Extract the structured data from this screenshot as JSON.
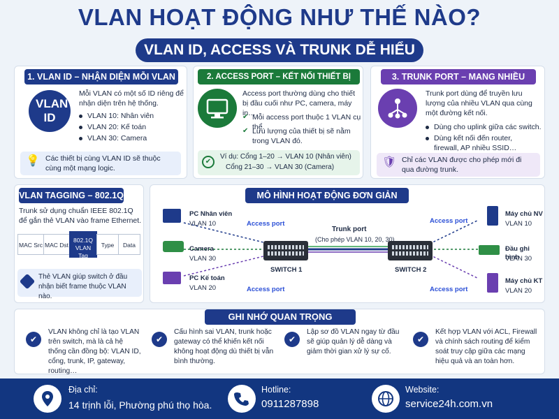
{
  "title": "VLAN HOẠT ĐỘNG NHƯ THẾ NÀO?",
  "subtitle": "VLAN ID, ACCESS VÀ TRUNK DỄ HIỂU",
  "card1": {
    "head": "1. VLAN ID – NHẬN DIỆN MỖI VLAN",
    "icon_text": "VLAN ID",
    "desc": "Mỗi VLAN có một số ID riêng để nhận diện trên hệ thống.",
    "items": [
      "VLAN 10: Nhân viên",
      "VLAN 20: Kế toán",
      "VLAN 30: Camera"
    ],
    "note": "Các thiết bị cùng VLAN ID sẽ thuộc cùng một mạng logic."
  },
  "card2": {
    "head": "2. ACCESS PORT – KẾT NỐI THIẾT BỊ ĐẦU CUỐI",
    "desc": "Access port thường dùng cho thiết bị đầu cuối như PC, camera, máy in…",
    "items": [
      "Mỗi access port thuộc 1 VLAN cụ thể.",
      "Lưu lượng của thiết bị sẽ nằm trong VLAN đó."
    ],
    "note1": "Ví dụ: Cổng 1–20 → VLAN 10 (Nhân viên)",
    "note2": "Cổng 21–30 → VLAN 30 (Camera)"
  },
  "card3": {
    "head": "3. TRUNK PORT – MANG NHIỀU VLAN",
    "desc": "Trunk port dùng để truyền lưu lượng của nhiều VLAN qua cùng một đường kết nối.",
    "items": [
      "Dùng cho uplink giữa các switch.",
      "Dùng kết nối đến router, firewall, AP nhiều SSID…"
    ],
    "note": "Chỉ các VLAN được cho phép mới đi qua đường trunk."
  },
  "tagging": {
    "head": "VLAN TAGGING – 802.1Q",
    "desc": "Trunk sử dụng chuẩn IEEE 802.1Q để gắn thẻ VLAN vào frame Ethernet.",
    "frame": [
      "MAC Src",
      "MAC Dst",
      "802.1Q VLAN Tag",
      "Type",
      "Data"
    ],
    "note": "Thẻ VLAN giúp switch ở đầu nhận biết frame thuộc VLAN nào."
  },
  "model": {
    "head": "MÔ HÌNH HOẠT ĐỘNG ĐƠN GIẢN",
    "left": [
      {
        "name": "PC Nhân viên",
        "vlan": "VLAN 10"
      },
      {
        "name": "Camera",
        "vlan": "VLAN 30"
      },
      {
        "name": "PC Kế toán",
        "vlan": "VLAN 20"
      }
    ],
    "right": [
      {
        "name": "Máy chủ NV",
        "vlan": "VLAN 10"
      },
      {
        "name": "Đầu ghi hình",
        "vlan": "VLAN 30"
      },
      {
        "name": "Máy chủ KT",
        "vlan": "VLAN 20"
      }
    ],
    "access_port": "Access port",
    "trunk_label": "Trunk port",
    "trunk_sub": "(Cho phép VLAN 10, 20, 30)",
    "switch1": "SWITCH 1",
    "switch2": "SWITCH 2"
  },
  "remember": {
    "head": "GHI NHỚ QUAN TRỌNG",
    "items": [
      "VLAN không chỉ là tạo VLAN trên switch, mà là cả hệ thống cần đồng bộ: VLAN ID, cổng, trunk, IP, gateway, routing…",
      "Cấu hình sai VLAN, trunk hoặc gateway có thể khiến kết nối không hoạt động dù thiết bị vẫn bình thường.",
      "Lập sơ đồ VLAN ngay từ đầu sẽ giúp quản lý dễ dàng và giảm thời gian xử lý sự cố.",
      "Kết hợp VLAN với ACL, Firewall và chính sách routing để kiểm soát truy cập giữa các mạng hiệu quả và an toàn hơn."
    ]
  },
  "footer": {
    "addr_label": "Địa chỉ:",
    "addr": "14 trịnh lỗi, Phường phú thọ hòa.",
    "hot_label": "Hotline:",
    "hot": "0911287898",
    "web_label": "Website:",
    "web": "service24h.com.vn"
  },
  "colors": {
    "navy": "#1e3a8a",
    "green": "#1b7a3a",
    "purple": "#6a3fb0"
  }
}
